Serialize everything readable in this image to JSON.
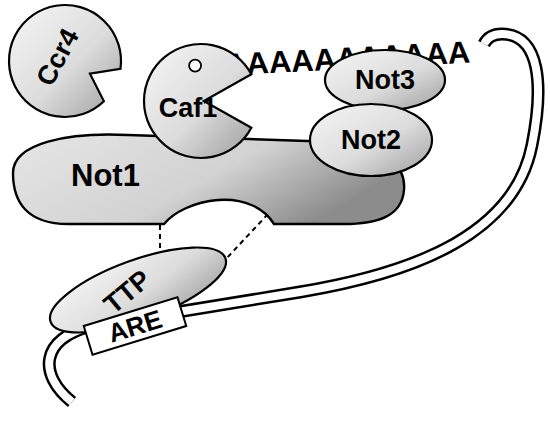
{
  "diagram": {
    "nodes": [
      {
        "text": [
          "Ccr4"
        ]
      },
      {
        "text": [
          "Caf1"
        ]
      },
      {
        "text": [
          "Not1"
        ]
      },
      {
        "text": [
          "Not3"
        ]
      },
      {
        "text": [
          "Not2"
        ]
      },
      {
        "text": [
          "TTP"
        ]
      },
      {
        "text": [
          "ARE"
        ]
      }
    ],
    "edges": [
      {
        "from": 2,
        "to": 5,
        "arrow": "none"
      },
      {
        "from": 2,
        "to": 5,
        "arrow": "none"
      }
    ],
    "labels": [
      "AAAAAAAAAAA"
    ]
  }
}
